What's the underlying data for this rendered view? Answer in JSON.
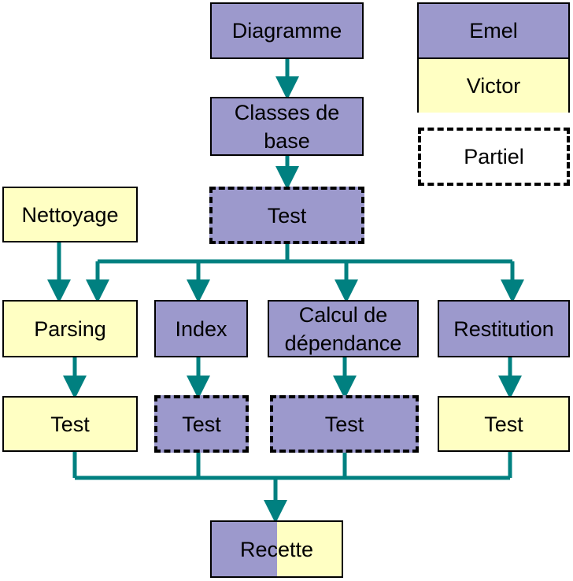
{
  "nodes": {
    "diagramme": "Diagramme",
    "classes_line1": "Classes de",
    "classes_line2": "base",
    "test_top": "Test",
    "nettoyage": "Nettoyage",
    "parsing": "Parsing",
    "index": "Index",
    "calcul_line1": "Calcul de",
    "calcul_line2": "dépendance",
    "restitution": "Restitution",
    "test_parsing": "Test",
    "test_index": "Test",
    "test_calcul": "Test",
    "test_restitution": "Test",
    "recette": "Recette"
  },
  "legend": {
    "emel": "Emel",
    "victor": "Victor",
    "partiel": "Partiel"
  },
  "colors": {
    "emel": "#9c99cc",
    "victor": "#ffffc3",
    "connector": "#008080",
    "border": "#000000"
  }
}
